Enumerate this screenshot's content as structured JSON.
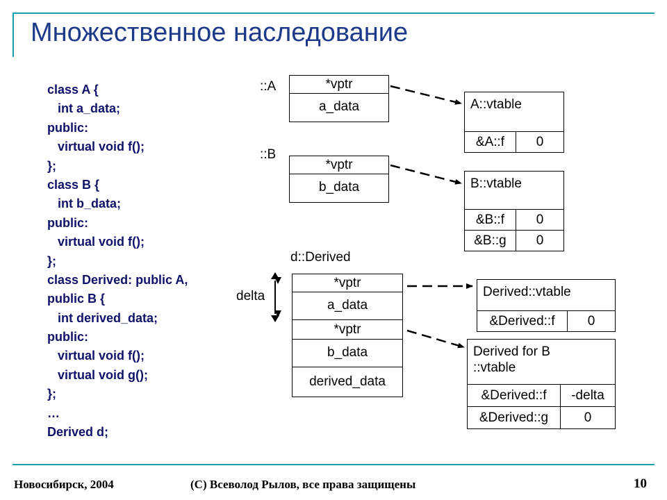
{
  "slide": {
    "title": "Множественное наследование",
    "page_number": "10"
  },
  "code_lines": [
    "class A {",
    "   int a_data;",
    "public:",
    "   virtual void f();",
    "};",
    "class B {",
    "   int b_data;",
    "public:",
    "   virtual void f();",
    "};",
    "class Derived: public A,",
    "public B {",
    "   int derived_data;",
    "public:",
    "   virtual void f();",
    "   virtual void g();",
    "};",
    "…",
    "Derived d;"
  ],
  "diagram": {
    "obj_a": {
      "label": "::A",
      "fields": [
        "*vptr",
        "a_data"
      ]
    },
    "obj_b": {
      "label": "::B",
      "fields": [
        "*vptr",
        "b_data"
      ]
    },
    "obj_d": {
      "label": "d::Derived",
      "fields": [
        "*vptr",
        "a_data",
        "*vptr",
        "b_data",
        "derived_data"
      ]
    },
    "delta_label": "delta",
    "vtables": {
      "a": {
        "title": "A::vtable",
        "rows": [
          [
            "&A::f",
            "0"
          ]
        ]
      },
      "b": {
        "title": "B::vtable",
        "rows": [
          [
            "&B::f",
            "0"
          ],
          [
            "&B::g",
            "0"
          ]
        ]
      },
      "derived": {
        "title": "Derived::vtable",
        "rows": [
          [
            "&Derived::f",
            "0"
          ]
        ]
      },
      "derived_b": {
        "title": "Derived for B\n::vtable",
        "rows": [
          [
            "&Derived::f",
            "-delta"
          ],
          [
            "&Derived::g",
            "0"
          ]
        ]
      }
    }
  },
  "footer": {
    "left": "Новосибирск, 2004",
    "center": "(C) Всеволод Рылов, все права защищены"
  },
  "colors": {
    "title": "#1d3a8a",
    "code": "#10126a",
    "rule": "#1aa0b0"
  }
}
